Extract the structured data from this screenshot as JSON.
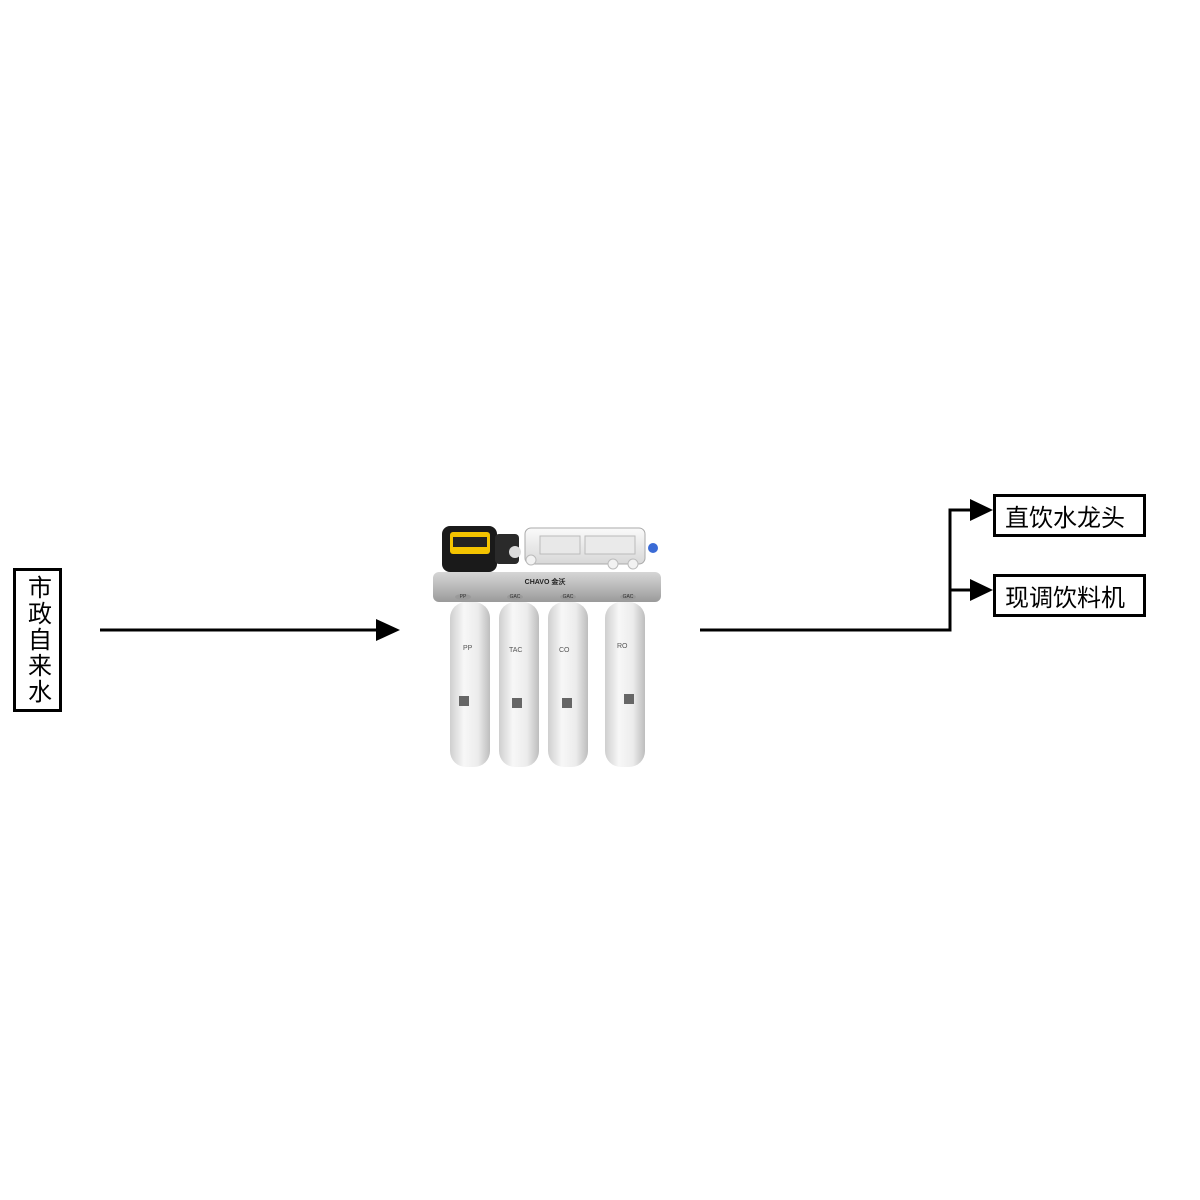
{
  "source": {
    "label": "市政自来水"
  },
  "device": {
    "brand": "CHAVO 金沃",
    "stages": [
      {
        "cap": "PP",
        "name": "PP"
      },
      {
        "cap": "GAC",
        "name": "TAC"
      },
      {
        "cap": "GAC",
        "name": "CO"
      },
      {
        "cap": "GAC",
        "name": "RO"
      }
    ]
  },
  "outputs": [
    {
      "label": "直饮水龙头"
    },
    {
      "label": "现调饮料机"
    }
  ]
}
